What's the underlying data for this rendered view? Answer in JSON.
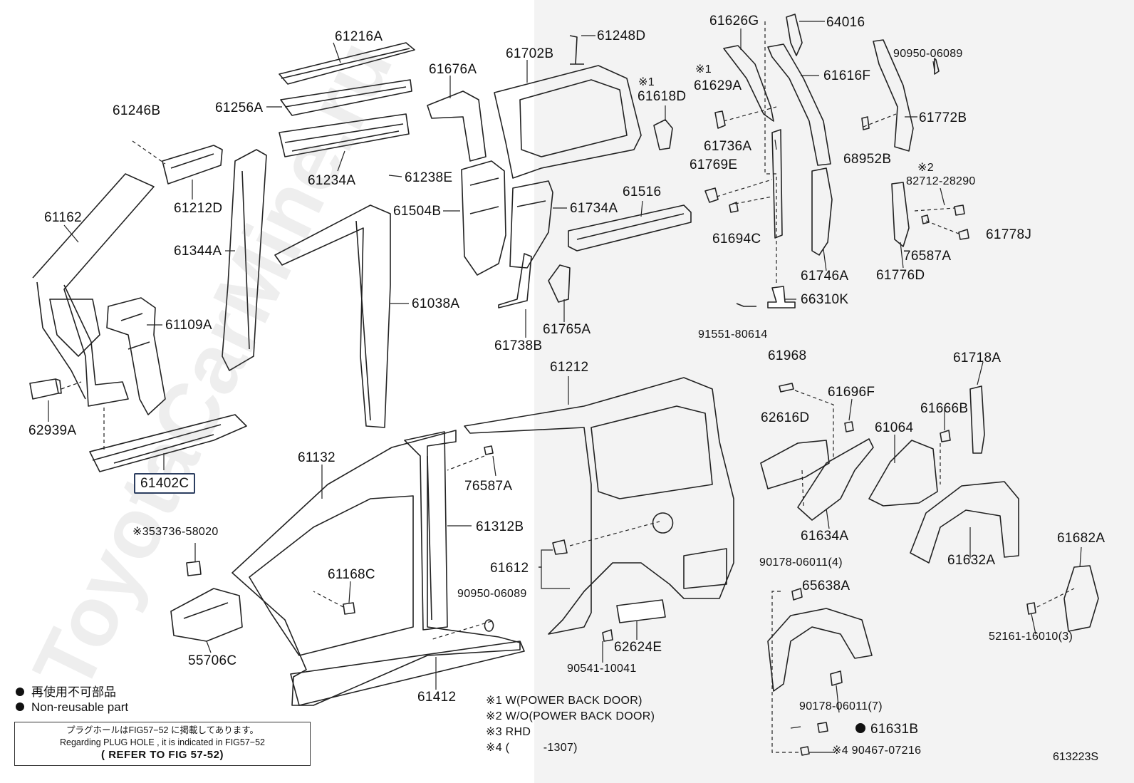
{
  "watermark": "ToyotaCarMine.ru",
  "diagram_code": "613223S",
  "highlight_part": "61402C",
  "parts": {
    "p61216A": "61216A",
    "p61256A": "61256A",
    "p61246B": "61246B",
    "p61234A": "61234A",
    "p61238E": "61238E",
    "p61212D": "61212D",
    "p61162": "61162",
    "p61344A": "61344A",
    "p61109A": "61109A",
    "p62939A": "62939A",
    "p61402C": "61402C",
    "p61676A": "61676A",
    "p61702B": "61702B",
    "p61248D": "61248D",
    "p61618D": "61618D",
    "p61618D_mark": "※1",
    "p61504B": "61504B",
    "p61038A": "61038A",
    "p61734A": "61734A",
    "p61516": "61516",
    "p61738B": "61738B",
    "p61765A": "61765A",
    "p61626G": "61626G",
    "p64016": "64016",
    "p61629A": "61629A",
    "p61629A_mark": "※1",
    "p61616F": "61616F",
    "p90950_06089_top": "90950-06089",
    "p61772B": "61772B",
    "p61736A": "61736A",
    "p61769E": "61769E",
    "p68952B": "68952B",
    "p82712_28290": "82712-28290",
    "p82712_mark": "※2",
    "p61694C": "61694C",
    "p61746A": "61746A",
    "p61778J": "61778J",
    "p76587A_top": "76587A",
    "p61776D": "61776D",
    "p66310K": "66310K",
    "p91551_80614": "91551-80614",
    "p61212": "61212",
    "p61968": "61968",
    "p61718A": "61718A",
    "p61696F": "61696F",
    "p62616D": "62616D",
    "p61666B": "61666B",
    "p61064": "61064",
    "p61132": "61132",
    "p76587A": "76587A",
    "p61312B": "61312B",
    "p53736_58020": "※353736-58020",
    "p61168C": "61168C",
    "p61612": "61612",
    "p90950_06089": "90950-06089",
    "p55706C": "55706C",
    "p61412": "61412",
    "p62624E": "62624E",
    "p90541_10041": "90541-10041",
    "p61634A": "61634A",
    "p61632A": "61632A",
    "p61682A": "61682A",
    "p90178_06011_4": "90178-06011(4)",
    "p65638A": "65638A",
    "p52161_16010": "52161-16010(3)",
    "p90178_06011_7": "90178-06011(7)",
    "p61631B": "61631B",
    "p90467_07216": "※4 90467-07216"
  },
  "legend": {
    "jp": "再使用不可部品",
    "en": "Non-reusable part"
  },
  "note": {
    "jp": "プラグホールはFIG57−52 に掲載してあります。",
    "en": "Regarding PLUG HOLE , it is indicated in FIG57−52",
    "ref": "( REFER TO FIG 57-52)"
  },
  "footnotes": {
    "n1": "※1 W(POWER BACK DOOR)",
    "n2": "※2 W/O(POWER BACK DOOR)",
    "n3": "※3 RHD",
    "n4": "※4 (          -1307)"
  }
}
